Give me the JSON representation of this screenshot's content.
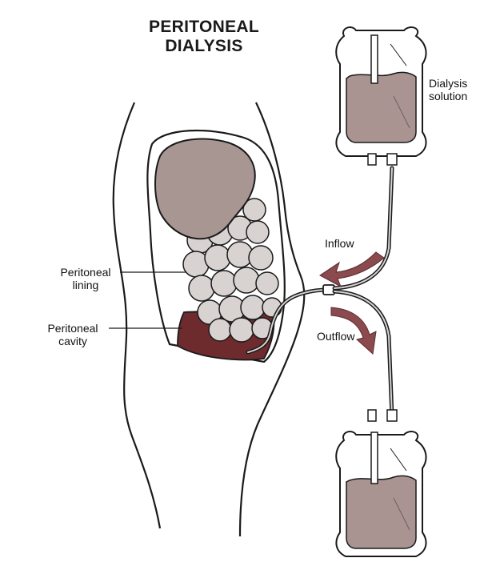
{
  "title": {
    "line1": "PERITONEAL",
    "line2": "DIALYSIS"
  },
  "labels": {
    "dialysis_solution": {
      "line1": "Dialysis",
      "line2": "solution"
    },
    "inflow": "Inflow",
    "outflow": "Outflow",
    "peritoneal_lining": {
      "line1": "Peritoneal",
      "line2": "lining"
    },
    "peritoneal_cavity": {
      "line1": "Peritoneal",
      "line2": "cavity"
    }
  },
  "colors": {
    "outline": "#1a1a1a",
    "organ_fill": "#a89693",
    "intestine_fill": "#d8d2d1",
    "fluid_fill": "#6e2b2e",
    "bag_fluid": "#a99492",
    "arrow": "#8a4a4e"
  }
}
